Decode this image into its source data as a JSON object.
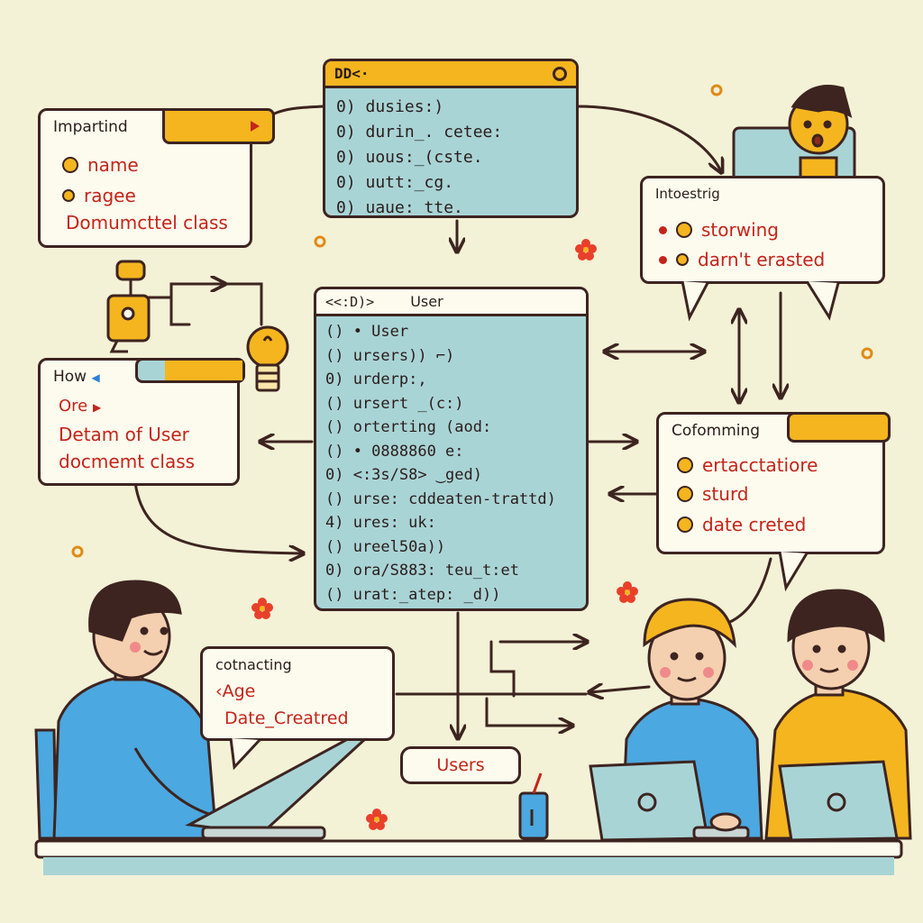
{
  "top_window": {
    "title": "DD<·",
    "lines": [
      "0) dusies:)",
      "0) durin_.  cetee:",
      "0) uous:_(cste.",
      "0) uutt:_cg.",
      "0) uaue:_tte."
    ]
  },
  "user_window": {
    "title_left": "<<:D)>",
    "title": "User",
    "lines": [
      "() • User",
      "() ursers))  ⌐)",
      "0) urderp:,",
      "() ursert _(c:)",
      "() orterting  (aod:",
      "() •  0888860   e:",
      "0) <:3s/S8>  ‿ged)",
      "() urse: cddeaten-trattd)",
      "4) ures: uk:",
      "() ureel50a))",
      "0) ora/S883:  teu_t:et",
      "() urat:_atep:  _d))"
    ]
  },
  "important_card": {
    "heading": "Impartind",
    "items": [
      "name",
      "ragee"
    ],
    "footer": "Domumcttel class"
  },
  "how_card": {
    "heading": "How",
    "line1": "Ore",
    "line2": "Detam of User",
    "line3": "docmemt class"
  },
  "interesting_card": {
    "heading": "Intoestrig",
    "items": [
      "storwing",
      "darn't erasted"
    ]
  },
  "conforming_card": {
    "heading": "Cofomming",
    "items": [
      "ertacctatiore",
      "sturd",
      "date creted"
    ]
  },
  "connecting_card": {
    "heading": "cotnacting",
    "line1": "Age",
    "line2": "Date_Creatred"
  },
  "users_pill": {
    "label": "Users"
  },
  "colors": {
    "background": "#f3f1d6",
    "outline": "#3d2420",
    "accent_yellow": "#f4b51f",
    "window_blue": "#a9d4d6",
    "text_red": "#c4241a",
    "shirt_blue": "#4ba8e0"
  }
}
